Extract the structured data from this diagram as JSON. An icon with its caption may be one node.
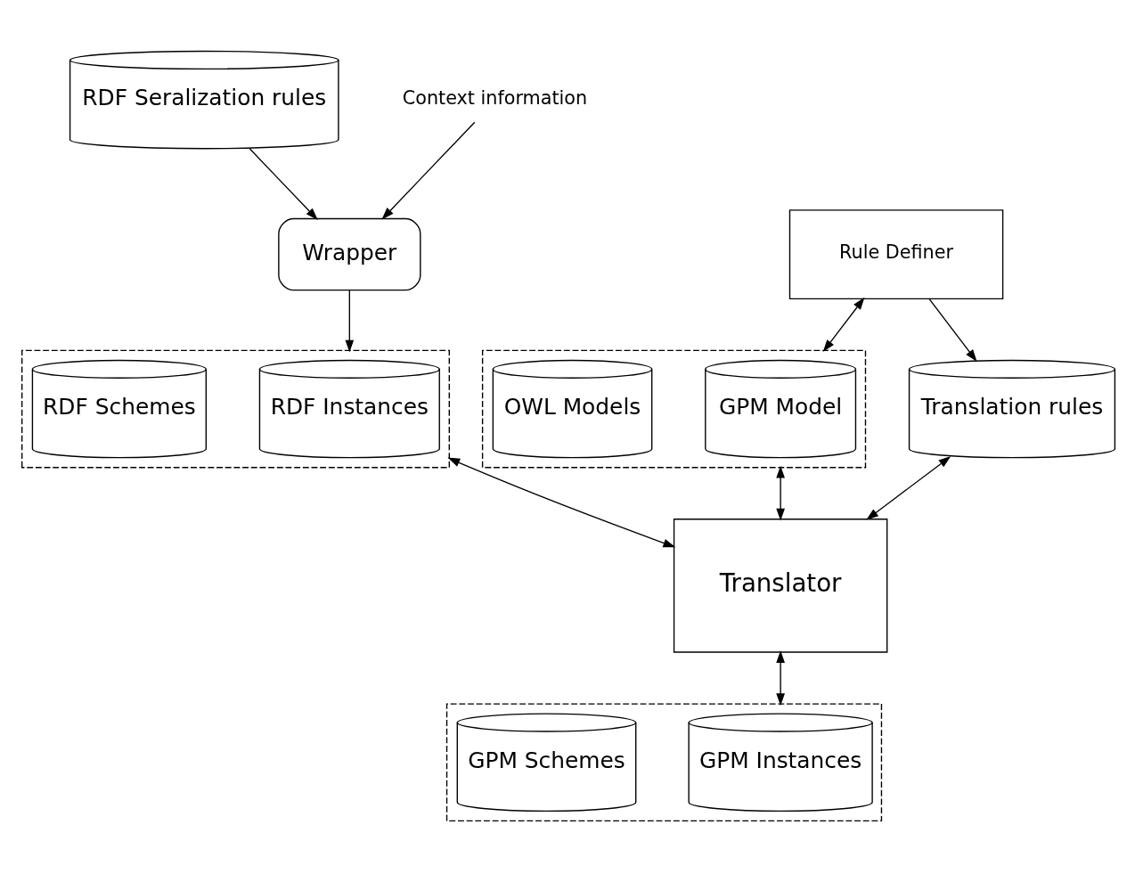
{
  "diagram": {
    "nodes": [
      {
        "text": [
          "RDF Seralization rules"
        ]
      },
      {
        "text": [
          "Context information"
        ]
      },
      {
        "text": [
          "Wrapper"
        ]
      },
      {
        "text": [],
        "shape": "box"
      },
      {
        "text": [
          "RDF Instances"
        ],
        "in": 3
      },
      {
        "text": [
          "RDF Schemes"
        ],
        "in": 3
      },
      {
        "text": [],
        "shape": "box"
      },
      {
        "text": [
          "GPM Model"
        ],
        "in": 6
      },
      {
        "text": [
          "OWL Models"
        ],
        "in": 6
      },
      {
        "text": [
          "Rule Definer"
        ]
      },
      {
        "text": [
          "Translator"
        ]
      },
      {
        "text": [
          "Translation rules"
        ]
      },
      {
        "text": [],
        "shape": "box"
      },
      {
        "text": [
          "GPM Instances"
        ],
        "in": 12
      },
      {
        "text": [
          "GPM Schemes"
        ],
        "in": 12
      }
    ],
    "edges": [
      {
        "from": 0,
        "to": 2,
        "arrow": "to"
      },
      {
        "from": 1,
        "to": 2,
        "arrow": "to"
      },
      {
        "from": 2,
        "to": 3,
        "arrow": "to"
      },
      {
        "from": 3,
        "to": 10,
        "arrow": "both"
      },
      {
        "from": 9,
        "to": 6,
        "arrow": "both"
      },
      {
        "from": 6,
        "to": 10,
        "arrow": "both"
      },
      {
        "from": 9,
        "to": 11,
        "arrow": "to"
      },
      {
        "from": 11,
        "to": 10,
        "arrow": "both"
      },
      {
        "from": 10,
        "to": 12,
        "arrow": "both"
      }
    ]
  }
}
